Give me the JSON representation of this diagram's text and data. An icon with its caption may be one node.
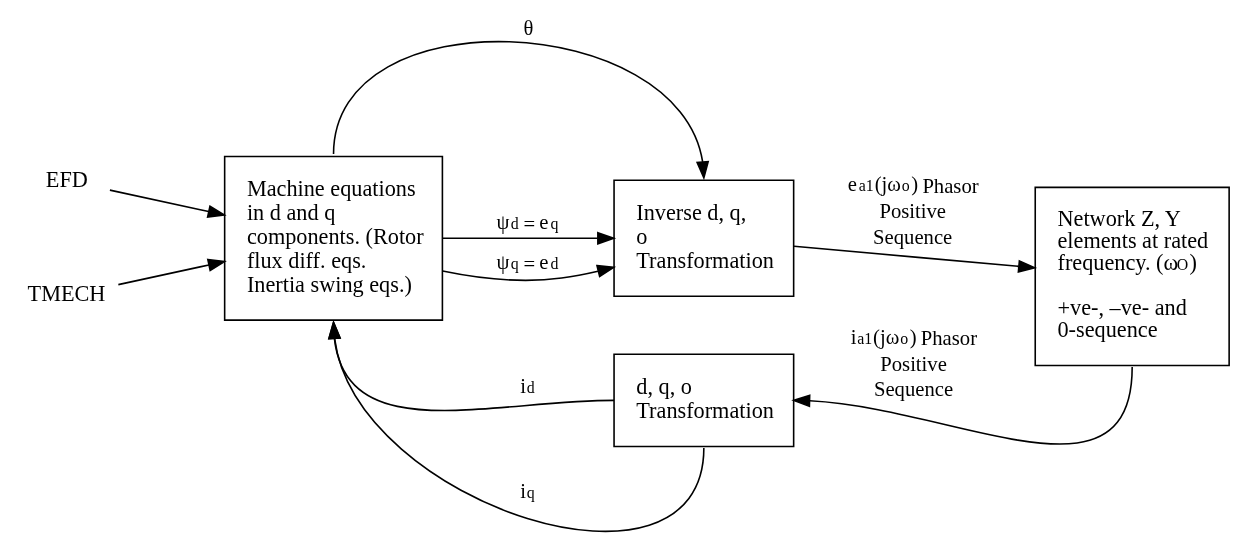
{
  "diagram": {
    "nodes": [
      {
        "text": [
          "Machine equations in d and q components. (Rotor flux diff. eqs. Inertia swing eqs.)"
        ]
      },
      {
        "text": [
          "Inverse d, q, o Transformation"
        ]
      },
      {
        "text": [
          "Network Z, Y elements at rated frequency. (ω$_{O}$)",
          "+ve-, –ve- and 0-sequence"
        ]
      },
      {
        "text": [
          "d, q, o Transformation"
        ]
      },
      {
        "text": [
          "EFD"
        ]
      },
      {
        "text": [
          "TMECH"
        ]
      }
    ],
    "edges": [
      {
        "from": 4,
        "to": 0,
        "arrow": "to"
      },
      {
        "from": 5,
        "to": 0,
        "arrow": "to"
      },
      {
        "from": 0,
        "to": 1,
        "arrow": "to",
        "label": "θ"
      },
      {
        "from": 0,
        "to": 1,
        "arrow": "to",
        "label": "ψ$_{d}$ = e$_{q}$"
      },
      {
        "from": 0,
        "to": 1,
        "arrow": "to",
        "label": "ψ$_{q}$ = e$_{d}$"
      },
      {
        "from": 1,
        "to": 2,
        "arrow": "to",
        "label": "e$_{a1}$(jω$_{o}$) Phasor Positive Sequence"
      },
      {
        "from": 2,
        "to": 3,
        "arrow": "to",
        "label": "i$_{a1}$(jω$_{o}$) Phasor Positive Sequence"
      },
      {
        "from": 3,
        "to": 0,
        "arrow": "to",
        "label": "i$_{d}$"
      },
      {
        "from": 3,
        "to": 0,
        "arrow": "to",
        "label": "i$_{q}$"
      }
    ]
  }
}
